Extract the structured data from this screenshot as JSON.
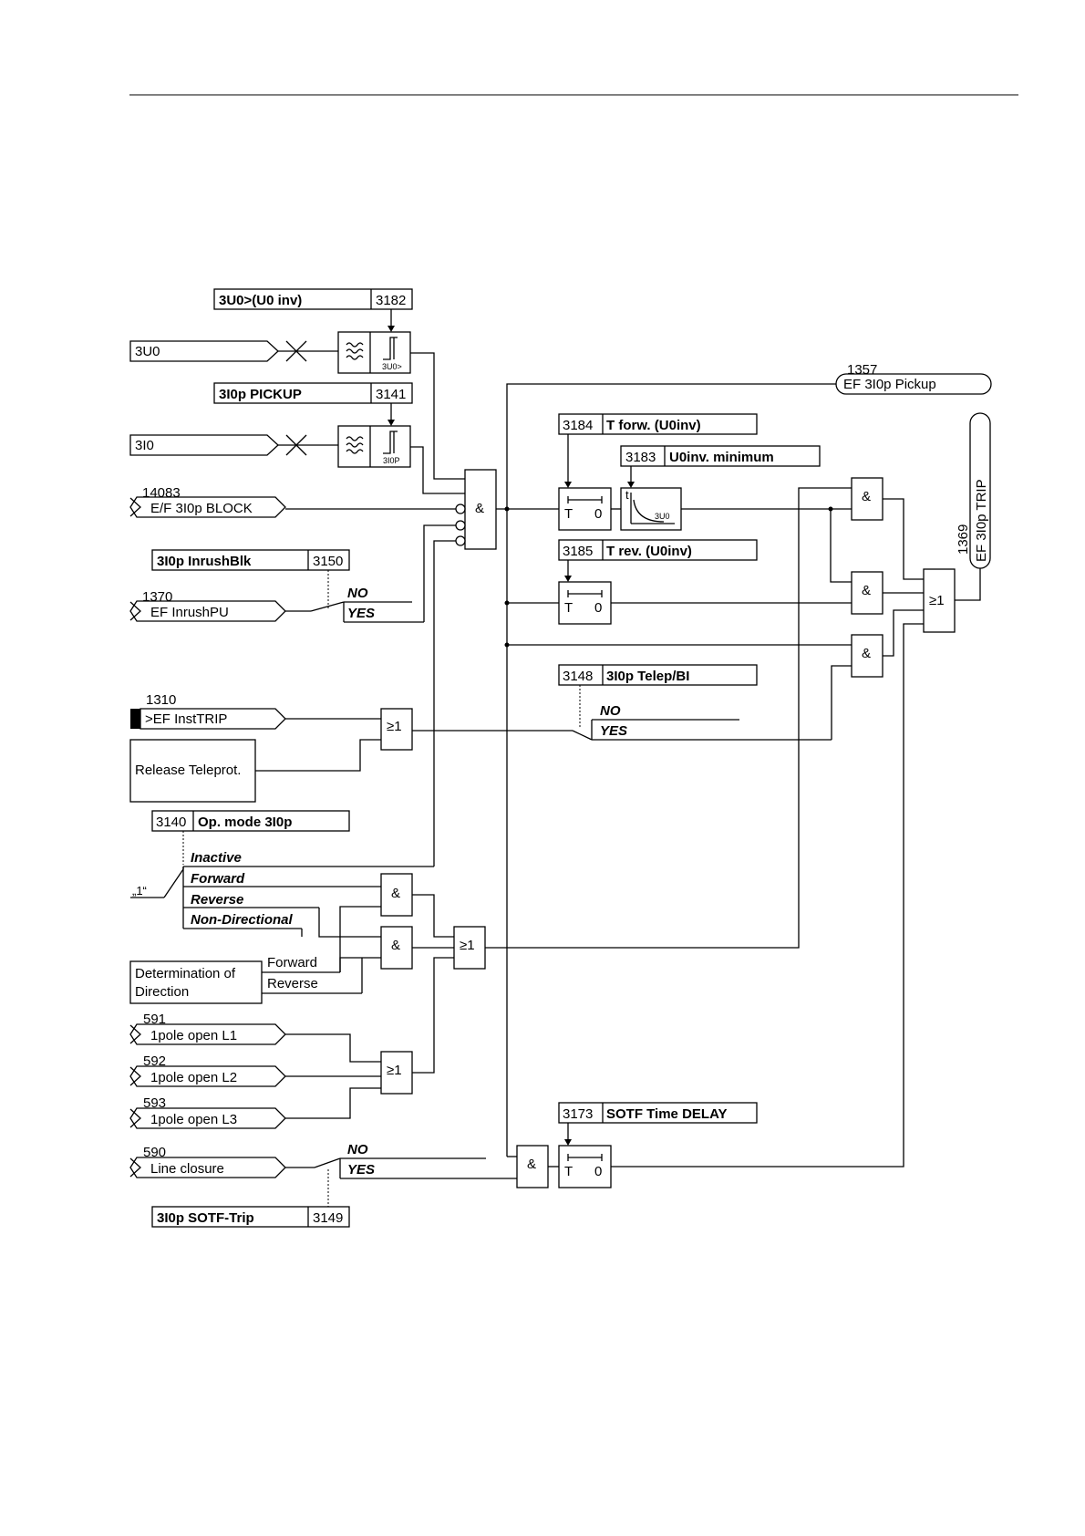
{
  "params": {
    "u0_inv": {
      "label": "3U0>(U0 inv)",
      "addr": "3182"
    },
    "pickup": {
      "label": "3I0p PICKUP",
      "addr": "3141"
    },
    "t_forw": {
      "label": "T forw. (U0inv)",
      "addr": "3184"
    },
    "u0inv_min": {
      "label": "U0inv. minimum",
      "addr": "3183"
    },
    "t_rev": {
      "label": "T rev. (U0inv)",
      "addr": "3185"
    },
    "inrush": {
      "label": "3I0p InrushBlk",
      "addr": "3150"
    },
    "telep": {
      "label": "3I0p Telep/BI",
      "addr": "3148"
    },
    "opmode": {
      "label": "Op. mode 3I0p",
      "addr": "3140"
    },
    "sotf_delay": {
      "label": "SOTF Time DELAY",
      "addr": "3173"
    },
    "sotf_trip": {
      "label": "3I0p SOTF-Trip",
      "addr": "3149"
    }
  },
  "inputs": {
    "u0": "3U0",
    "i0": "3I0",
    "block": {
      "num": "14083",
      "label": "E/F 3I0p BLOCK"
    },
    "inrush_pu": {
      "num": "1370",
      "label": "EF InrushPU"
    },
    "inst_trip": {
      "num": "1310",
      "label": ">EF InstTRIP"
    },
    "pole1": {
      "num": "591",
      "label": "1pole open L1"
    },
    "pole2": {
      "num": "592",
      "label": "1pole open L2"
    },
    "pole3": {
      "num": "593",
      "label": "1pole open L3"
    },
    "line_closure": {
      "num": "590",
      "label": "Line closure"
    }
  },
  "outputs": {
    "pickup": {
      "num": "1357",
      "label": "EF 3I0p Pickup"
    },
    "trip": {
      "num": "1369",
      "label": "EF 3I0p TRIP"
    }
  },
  "blocks": {
    "release_teleprot": "Release Teleprot.",
    "direction_line1": "Determination of",
    "direction_line2": "Direction",
    "forward": "Forward",
    "reverse": "Reverse",
    "u0_thr_tag": "3U0>",
    "i0_thr_tag": "3I0P",
    "curve_t": "t",
    "curve_tag": "3U0"
  },
  "switch_options": {
    "no": "NO",
    "yes": "YES",
    "inactive": "Inactive",
    "forward": "Forward",
    "reverse": "Reverse",
    "non_directional": "Non-Directional",
    "one": "„1“"
  },
  "gate_symbols": {
    "and": "&",
    "or": "≥1"
  },
  "timer_labels": {
    "t": "T",
    "zero": "0"
  }
}
